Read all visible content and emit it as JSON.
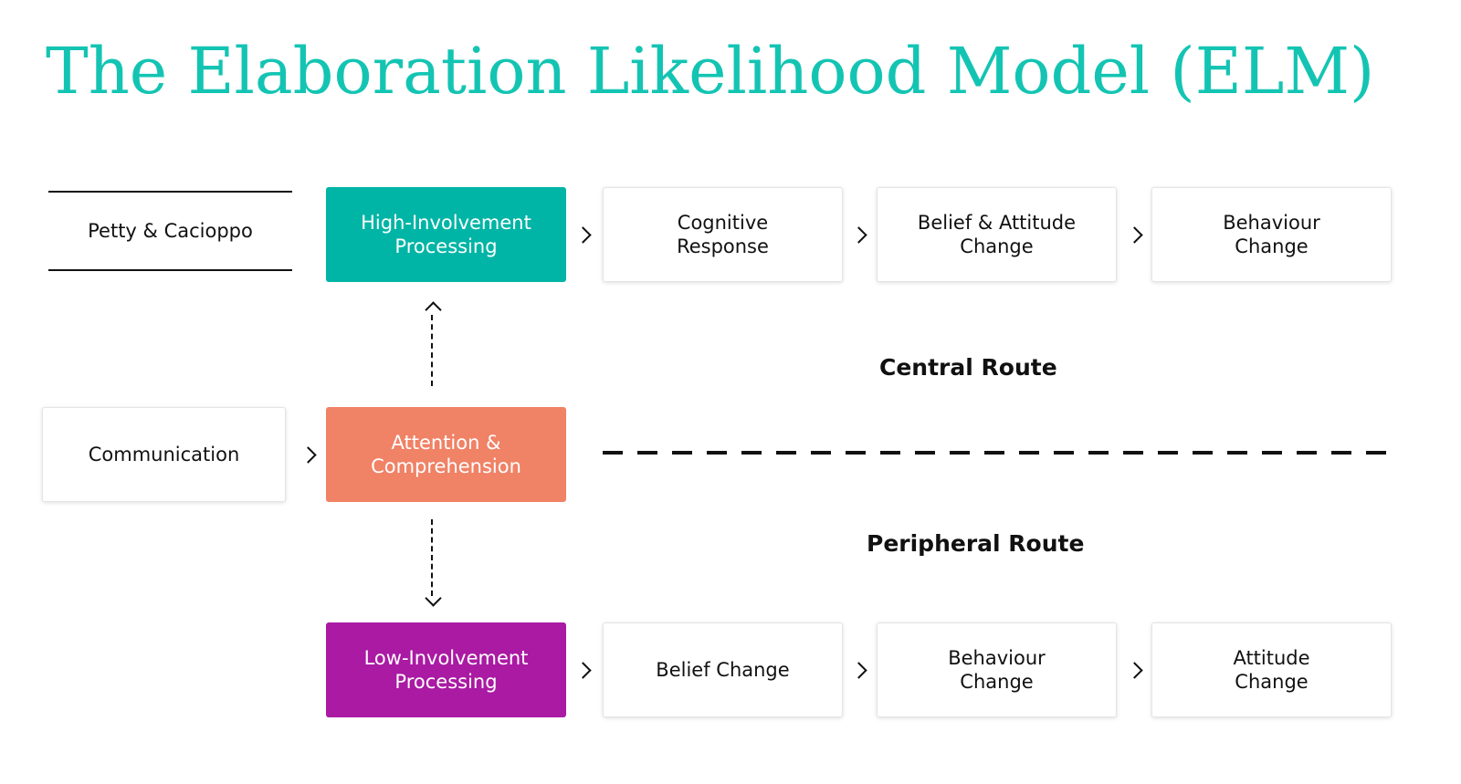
{
  "title": "The Elaboration Likelihood Model (ELM)",
  "author": "Petty &  Cacioppo",
  "central": {
    "route_label": "Central Route",
    "steps": [
      [
        "High-Involvement",
        "Processing"
      ],
      [
        "Cognitive",
        "Response"
      ],
      [
        "Belief & Attitude",
        "Change"
      ],
      [
        "Behaviour",
        "Change"
      ]
    ]
  },
  "middle": {
    "communication": "Communication",
    "attention": [
      "Attention &",
      "Comprehension"
    ]
  },
  "peripheral": {
    "route_label": "Peripheral Route",
    "steps": [
      [
        "Low-Involvement",
        "Processing"
      ],
      [
        "Belief Change"
      ],
      [
        "Behaviour",
        "Change"
      ],
      [
        "Attitude",
        "Change"
      ]
    ]
  },
  "colors": {
    "title": "#14c4b3",
    "high_involvement": "#00b5a6",
    "attention": "#f08266",
    "low_involvement": "#aa1aa3"
  }
}
